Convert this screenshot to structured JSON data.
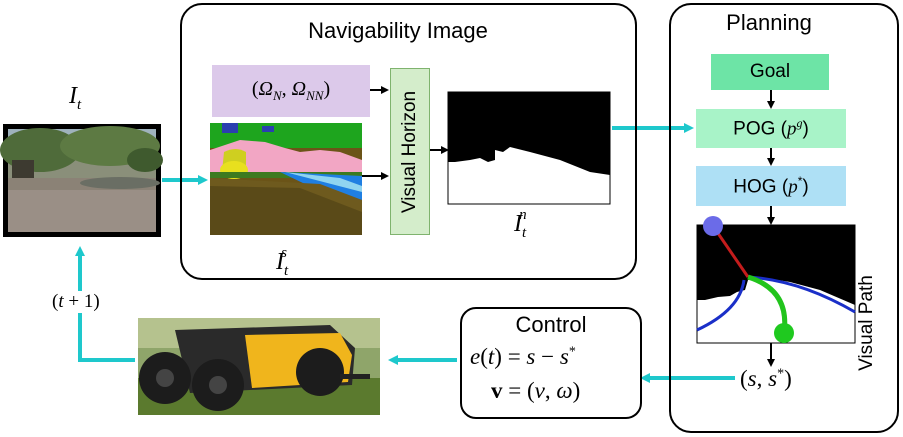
{
  "nav_box": {
    "title": "Navigability Image"
  },
  "planning_box": {
    "title": "Planning"
  },
  "control_box": {
    "title": "Control",
    "equation_error": "e(t) = s − s*",
    "equation_velocity": "v = (v, ω)"
  },
  "labels": {
    "input_image": "I_t",
    "segmented_image": "I_t^s",
    "navigability_image": "I_t^n",
    "omega_text": "(Ω_N, Ω_NN)",
    "visual_horizon": "Visual Horizon",
    "goal": "Goal",
    "pog": "POG (p^g)",
    "hog": "HOG (p^*)",
    "visual_path": "Visual Path",
    "s_pair": "(s, s*)",
    "time_step": "(t + 1)"
  },
  "colors": {
    "arrow_cyan": "#1ec8cc",
    "goal_fill": "#6de4a6",
    "pog_fill": "#a8f3c8",
    "hog_fill": "#aee0f5",
    "omega_fill": "#dcc9ea",
    "horizon_fill": "#d4edcb",
    "horizon_border": "#7fb36e"
  }
}
